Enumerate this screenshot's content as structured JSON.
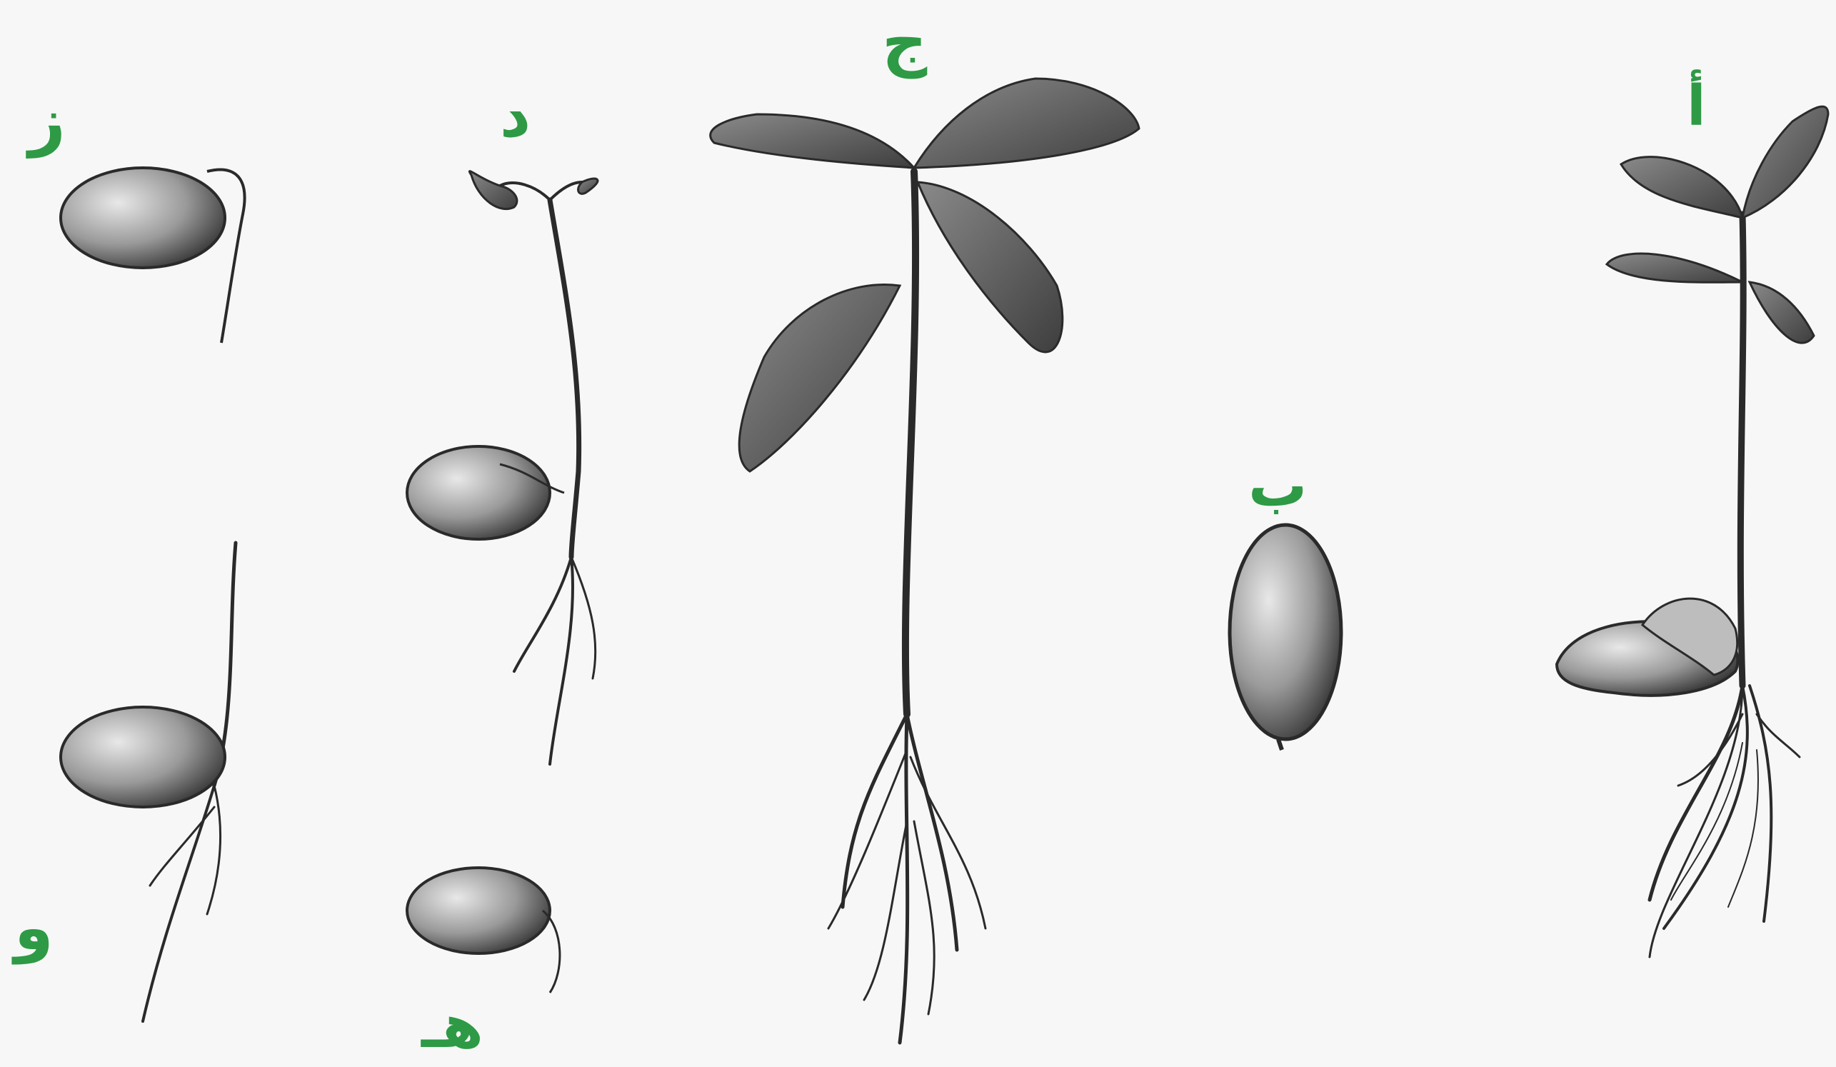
{
  "labels": {
    "a": "أ",
    "b": "ب",
    "j": "ج",
    "d": "د",
    "h": "هـ",
    "w": "و",
    "z": "ز"
  },
  "colors": {
    "label": "#2e9a45",
    "background": "#f7f7f7",
    "ink": "#2a2a2a",
    "seed_light": "#d9d9d9",
    "seed_dark": "#3a3a3a",
    "leaf": "#6a6a6a"
  }
}
